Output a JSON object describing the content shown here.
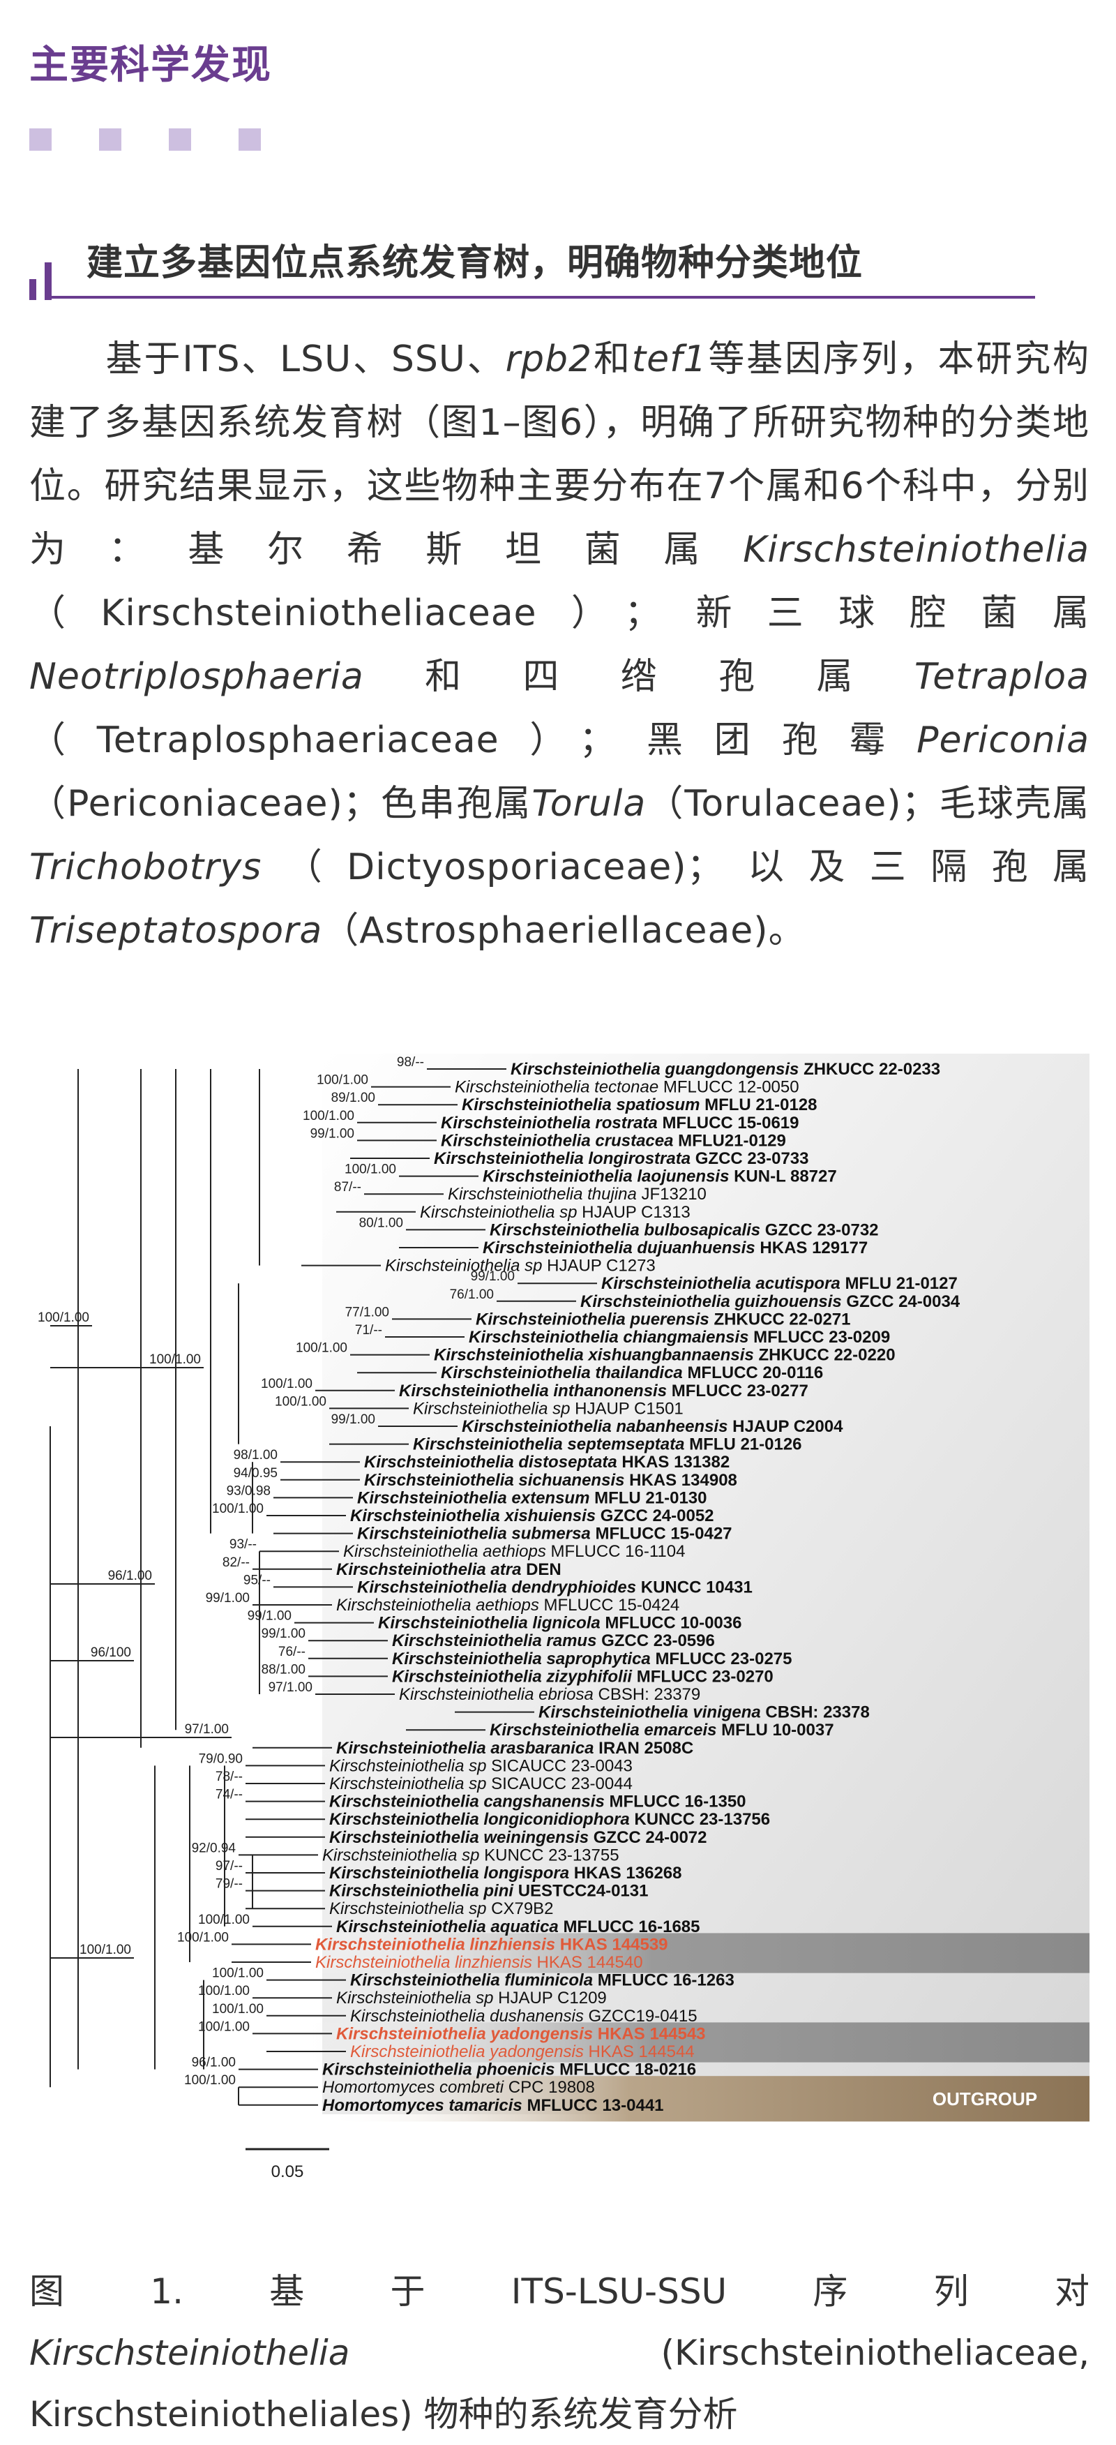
{
  "section_title": "主要科学发现",
  "subheading": "建立多基因位点系统发育树，明确物种分类地位",
  "paragraph": {
    "parts": [
      {
        "t": "基于ITS、LSU、SSU、",
        "i": false
      },
      {
        "t": "rpb2",
        "i": true
      },
      {
        "t": "和",
        "i": false
      },
      {
        "t": "tef1",
        "i": true
      },
      {
        "t": "等基因序列，本研究构建了多基因系统发育树（图1–图6），明确了所研究物种的分类地位。研究结果显示，这些物种主要分布在7个属和6个科中，分别为：基尔希斯坦菌属",
        "i": false
      },
      {
        "t": "Kirschsteiniothelia",
        "i": true
      },
      {
        "t": "（Kirschsteiniotheliaceae）；新三球腔菌属",
        "i": false
      },
      {
        "t": "Neotriplosphaeria",
        "i": true
      },
      {
        "t": "和四绺孢属",
        "i": false
      },
      {
        "t": "Tetraploa",
        "i": true
      },
      {
        "t": "（Tetraplosphaeriaceae）；黑团孢霉",
        "i": false
      },
      {
        "t": "Periconia",
        "i": true
      },
      {
        "t": "（Periconiaceae)；色串孢属",
        "i": false
      },
      {
        "t": "Torula",
        "i": true
      },
      {
        "t": "（Torulaceae)；毛球壳属",
        "i": false
      },
      {
        "t": "Trichobotrys",
        "i": true
      },
      {
        "t": "（Dictyosporiaceae)；以及三隔孢属",
        "i": false
      },
      {
        "t": "Triseptatospora",
        "i": true
      },
      {
        "t": "（Astrosphaeriellaceae)。",
        "i": false
      }
    ]
  },
  "figure": {
    "outgroup_label": "OUTGROUP",
    "scale_label": "0.05",
    "colors": {
      "accent": "#6a3d8f",
      "highlight_text": "#e05a3a",
      "outgroup_band": "#8b7355",
      "text": "#111111"
    },
    "taxa": [
      {
        "name": "Kirschsteiniothelia guangdongensis",
        "strain": "ZHKUCC 22-0233",
        "bold": true,
        "support": "98/--"
      },
      {
        "name": "Kirschsteiniothelia tectonae",
        "strain": "MFLUCC 12-0050",
        "bold": false,
        "support": "100/1.00"
      },
      {
        "name": "Kirschsteiniothelia spatiosum",
        "strain": "MFLU 21-0128",
        "bold": true,
        "support": "89/1.00"
      },
      {
        "name": "Kirschsteiniothelia rostrata",
        "strain": "MFLUCC 15-0619",
        "bold": true,
        "support": "100/1.00"
      },
      {
        "name": "Kirschsteiniothelia crustacea",
        "strain": "MFLU21-0129",
        "bold": true,
        "support": "99/1.00"
      },
      {
        "name": "Kirschsteiniothelia longirostrata",
        "strain": "GZCC 23-0733",
        "bold": true,
        "support": ""
      },
      {
        "name": "Kirschsteiniothelia laojunensis",
        "strain": "KUN-L 88727",
        "bold": true,
        "support": "100/1.00"
      },
      {
        "name": "Kirschsteiniothelia thujina",
        "strain": "JF13210",
        "bold": false,
        "support": "87/--"
      },
      {
        "name": "Kirschsteiniothelia sp",
        "strain": "HJAUP C1313",
        "bold": false,
        "support": ""
      },
      {
        "name": "Kirschsteiniothelia bulbosapicalis",
        "strain": "GZCC 23-0732",
        "bold": true,
        "support": "80/1.00"
      },
      {
        "name": "Kirschsteiniothelia dujuanhuensis",
        "strain": "HKAS 129177",
        "bold": true,
        "support": ""
      },
      {
        "name": "Kirschsteiniothelia sp",
        "strain": "HJAUP C1273",
        "bold": false,
        "support": ""
      },
      {
        "name": "Kirschsteiniothelia acutispora",
        "strain": "MFLU 21-0127",
        "bold": true,
        "support": "99/1.00"
      },
      {
        "name": "Kirschsteiniothelia guizhouensis",
        "strain": "GZCC 24-0034",
        "bold": true,
        "support": "76/1.00"
      },
      {
        "name": "Kirschsteiniothelia puerensis",
        "strain": "ZHKUCC 22-0271",
        "bold": true,
        "support": "77/1.00"
      },
      {
        "name": "Kirschsteiniothelia chiangmaiensis",
        "strain": "MFLUCC 23-0209",
        "bold": true,
        "support": "71/--"
      },
      {
        "name": "Kirschsteiniothelia xishuangbannaensis",
        "strain": "ZHKUCC 22-0220",
        "bold": true,
        "support": "100/1.00"
      },
      {
        "name": "Kirschsteiniothelia thailandica",
        "strain": "MFLUCC 20-0116",
        "bold": true,
        "support": ""
      },
      {
        "name": "Kirschsteiniothelia inthanonensis",
        "strain": "MFLUCC 23-0277",
        "bold": true,
        "support": "100/1.00"
      },
      {
        "name": "Kirschsteiniothelia sp",
        "strain": "HJAUP C1501",
        "bold": false,
        "support": "100/1.00"
      },
      {
        "name": "Kirschsteiniothelia nabanheensis",
        "strain": "HJAUP C2004",
        "bold": true,
        "support": "99/1.00"
      },
      {
        "name": "Kirschsteiniothelia septemseptata",
        "strain": "MFLU 21-0126",
        "bold": true,
        "support": ""
      },
      {
        "name": "Kirschsteiniothelia distoseptata",
        "strain": "HKAS 131382",
        "bold": true,
        "support": "98/1.00"
      },
      {
        "name": "Kirschsteiniothelia sichuanensis",
        "strain": "HKAS 134908",
        "bold": true,
        "support": "94/0.95"
      },
      {
        "name": "Kirschsteiniothelia extensum",
        "strain": "MFLU 21-0130",
        "bold": true,
        "support": "93/0.98"
      },
      {
        "name": "Kirschsteiniothelia xishuiensis",
        "strain": "GZCC 24-0052",
        "bold": true,
        "support": "100/1.00"
      },
      {
        "name": "Kirschsteiniothelia submersa",
        "strain": "MFLUCC 15-0427",
        "bold": true,
        "support": ""
      },
      {
        "name": "Kirschsteiniothelia aethiops",
        "strain": "MFLUCC 16-1104",
        "bold": false,
        "support": "93/--"
      },
      {
        "name": "Kirschsteiniothelia atra",
        "strain": "DEN",
        "bold": true,
        "support": "82/--"
      },
      {
        "name": "Kirschsteiniothelia dendryphioides",
        "strain": "KUNCC 10431",
        "bold": true,
        "support": "95/--"
      },
      {
        "name": "Kirschsteiniothelia aethiops",
        "strain": "MFLUCC 15-0424",
        "bold": false,
        "support": "99/1.00"
      },
      {
        "name": "Kirschsteiniothelia lignicola",
        "strain": "MFLUCC 10-0036",
        "bold": true,
        "support": "99/1.00"
      },
      {
        "name": "Kirschsteiniothelia ramus",
        "strain": "GZCC 23-0596",
        "bold": true,
        "support": "99/1.00"
      },
      {
        "name": "Kirschsteiniothelia saprophytica",
        "strain": "MFLUCC 23-0275",
        "bold": true,
        "support": "76/--"
      },
      {
        "name": "Kirschsteiniothelia zizyphifolii",
        "strain": "MFLUCC 23-0270",
        "bold": true,
        "support": "88/1.00"
      },
      {
        "name": "Kirschsteiniothelia ebriosa",
        "strain": "CBSH: 23379",
        "bold": false,
        "support": "97/1.00"
      },
      {
        "name": "Kirschsteiniothelia vinigena",
        "strain": "CBSH: 23378",
        "bold": true,
        "support": ""
      },
      {
        "name": "Kirschsteiniothelia emarceis",
        "strain": "MFLU 10-0037",
        "bold": true,
        "support": ""
      },
      {
        "name": "Kirschsteiniothelia arasbaranica",
        "strain": "IRAN 2508C",
        "bold": true,
        "support": ""
      },
      {
        "name": "Kirschsteiniothelia sp",
        "strain": "SICAUCC 23-0043",
        "bold": false,
        "support": "79/0.90"
      },
      {
        "name": "Kirschsteiniothelia sp",
        "strain": "SICAUCC 23-0044",
        "bold": false,
        "support": "78/--"
      },
      {
        "name": "Kirschsteiniothelia cangshanensis",
        "strain": "MFLUCC 16-1350",
        "bold": true,
        "support": "74/--"
      },
      {
        "name": "Kirschsteiniothelia longiconidiophora",
        "strain": "KUNCC 23-13756",
        "bold": true,
        "support": ""
      },
      {
        "name": "Kirschsteiniothelia weiningensis",
        "strain": "GZCC 24-0072",
        "bold": true,
        "support": ""
      },
      {
        "name": "Kirschsteiniothelia sp",
        "strain": "KUNCC 23-13755",
        "bold": false,
        "support": "92/0.94"
      },
      {
        "name": "Kirschsteiniothelia longispora",
        "strain": "HKAS 136268",
        "bold": true,
        "support": "97/--"
      },
      {
        "name": "Kirschsteiniothelia pini",
        "strain": "UESTCC24-0131",
        "bold": true,
        "support": "79/--"
      },
      {
        "name": "Kirschsteiniothelia sp",
        "strain": "CX79B2",
        "bold": false,
        "support": ""
      },
      {
        "name": "Kirschsteiniothelia aquatica",
        "strain": "MFLUCC 16-1685",
        "bold": true,
        "support": "100/1.00"
      },
      {
        "name": "Kirschsteiniothelia linzhiensis",
        "strain": "HKAS 144539",
        "bold": true,
        "support": "100/1.00",
        "highlight": true
      },
      {
        "name": "Kirschsteiniothelia linzhiensis",
        "strain": "HKAS 144540",
        "bold": false,
        "support": "",
        "highlight": true
      },
      {
        "name": "Kirschsteiniothelia fluminicola",
        "strain": "MFLUCC 16-1263",
        "bold": true,
        "support": "100/1.00"
      },
      {
        "name": "Kirschsteiniothelia sp",
        "strain": "HJAUP C1209",
        "bold": false,
        "support": "100/1.00"
      },
      {
        "name": "Kirschsteiniothelia dushanensis",
        "strain": "GZCC19-0415",
        "bold": false,
        "support": "100/1.00"
      },
      {
        "name": "Kirschsteiniothelia yadongensis",
        "strain": "HKAS 144543",
        "bold": true,
        "support": "100/1.00",
        "highlight": true
      },
      {
        "name": "Kirschsteiniothelia yadongensis",
        "strain": "HKAS 144544",
        "bold": false,
        "support": "",
        "highlight": true
      },
      {
        "name": "Kirschsteiniothelia phoenicis",
        "strain": "MFLUCC 18-0216",
        "bold": true,
        "support": "96/1.00"
      },
      {
        "name": "Homortomyces combreti",
        "strain": "CPC 19808",
        "bold": false,
        "support": "100/1.00"
      },
      {
        "name": "Homortomyces tamaricis",
        "strain": "MFLUCC 13-0441",
        "bold": true,
        "support": ""
      }
    ],
    "node_labels": [
      "100/1.00",
      "96/1.00",
      "96/100",
      "100/1.00",
      "100/1.00",
      "97/1.00"
    ]
  },
  "caption": {
    "line1": [
      "图",
      "1.",
      "基",
      "于",
      "ITS-LSU-SSU",
      "序",
      "列",
      "对"
    ],
    "line2_italic": "Kirschsteiniothelia",
    "line2_rest": "(Kirschsteiniotheliaceae,",
    "line3": "Kirschsteiniotheliales) 物种的系统发育分析"
  }
}
